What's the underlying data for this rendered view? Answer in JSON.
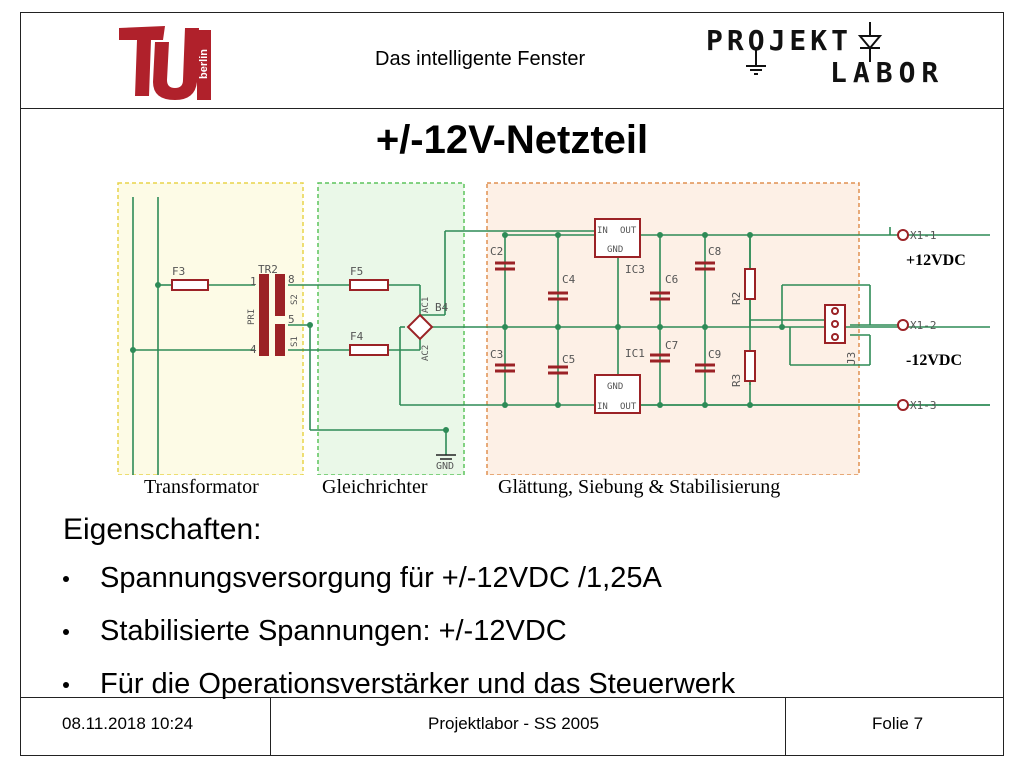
{
  "header": {
    "title": "Das intelligente Fenster",
    "tu_logo_text": "berlin",
    "projekt_logo": {
      "line1": "PROJEKT",
      "line2": "LABOR"
    }
  },
  "main": {
    "title": "+/-12V-Netzteil",
    "schematic": {
      "sections": [
        "Transformator",
        "Gleichrichter",
        "Glättung, Siebung & Stabilisierung"
      ],
      "outputs": {
        "plus": "+12VDC",
        "minus": "-12VDC"
      },
      "components": {
        "tr2": "TR2",
        "f3": "F3",
        "f5": "F5",
        "f4": "F4",
        "b4": "B4",
        "ac1": "AC1",
        "ac2": "AC2",
        "c2": "C2",
        "c3": "C3",
        "c4": "C4",
        "c5": "C5",
        "c6": "C6",
        "c7": "C7",
        "c8": "C8",
        "c9": "C9",
        "ic3": "IC3",
        "ic1": "IC1",
        "r2": "R2",
        "r3": "R3",
        "j3": "J3",
        "x1_1": "X1-1",
        "x1_2": "X1-2",
        "x1_3": "X1-3",
        "gnd": "GND",
        "pri": "PRI",
        "s1": "S1",
        "s2": "S2",
        "pin1": "1",
        "pin4": "4",
        "pin8": "8",
        "pin5": "5",
        "in": "IN",
        "out": "OUT",
        "gndpin": "GND"
      }
    },
    "properties": {
      "heading": "Eigenschaften:",
      "bullets": [
        "Spannungsversorgung für +/-12VDC /1,25A",
        "Stabilisierte Spannungen: +/-12VDC",
        "Für die Operationsverstärker und das Steuerwerk"
      ]
    }
  },
  "footer": {
    "date": "08.11.2018 10:24",
    "course": "Projektlabor - SS 2005",
    "slide": "Folie 7"
  },
  "colors": {
    "wire": "#2e8b57",
    "component": "#9b2226",
    "transformer_box": "#f0e090",
    "rectifier_box": "#7ccf7c",
    "filter_box": "#e8a070"
  }
}
